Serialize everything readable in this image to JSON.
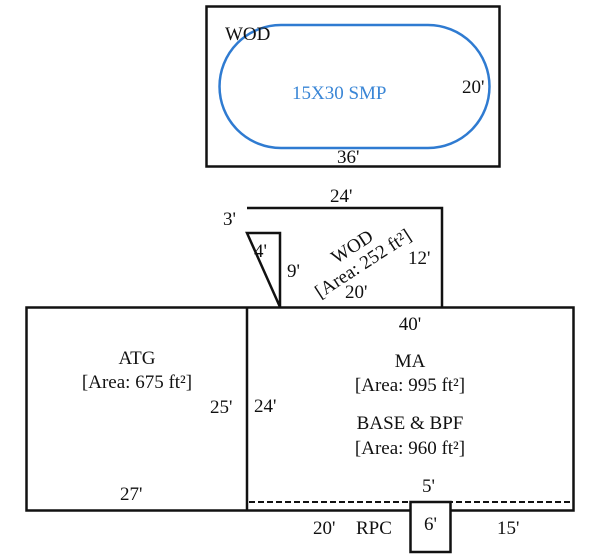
{
  "colors": {
    "outline": "#111111",
    "pool": "#2f7bd1",
    "pool_text": "#3a86d6"
  },
  "pool_area": {
    "label": "WOD",
    "pool_name": "15X30 SMP",
    "width_dim": "36'",
    "depth_dim": "20'"
  },
  "wod_deck": {
    "title": "WOD",
    "area": "[Area: 252 ft²]",
    "dims": {
      "top": "24'",
      "notch_top": "3'",
      "notch_side": "4'",
      "left": "9'",
      "right": "12'",
      "bottom": "20'"
    }
  },
  "atg": {
    "title": "ATG",
    "area": "[Area: 675 ft²]",
    "dims": {
      "right": "25'",
      "bottom": "27'"
    }
  },
  "ma": {
    "title": "MA",
    "area": "[Area: 995 ft²]",
    "dims": {
      "top": "40'",
      "left": "24'",
      "bottom_inner": "5'"
    }
  },
  "base_bpf": {
    "title": "BASE & BPF",
    "area": "[Area: 960 ft²]"
  },
  "rpc": {
    "label": "RPC",
    "dims": {
      "left": "20'",
      "width": "6'",
      "right": "15'"
    }
  }
}
